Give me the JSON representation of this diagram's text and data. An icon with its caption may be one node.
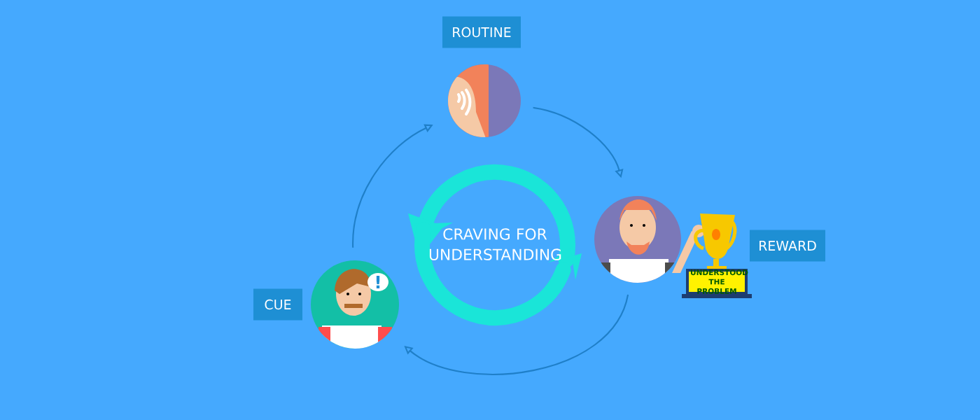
{
  "diagram": {
    "nodes": [
      {
        "text": [
          "ROUTINE"
        ]
      },
      {
        "text": [],
        "shape": "picture"
      },
      {
        "text": [
          "REWARD"
        ]
      },
      {
        "text": [],
        "shape": "picture"
      },
      {
        "text": [
          "CUE"
        ]
      },
      {
        "text": [],
        "shape": "picture"
      },
      {
        "text": [
          "CRAVING FOR UNDERSTANDING"
        ]
      }
    ],
    "edges": [
      {
        "from": 5,
        "to": 1,
        "arrow": "to"
      },
      {
        "from": 1,
        "to": 3,
        "arrow": "to"
      },
      {
        "from": 3,
        "to": 5,
        "arrow": "to"
      }
    ],
    "labels": [
      "UNDERSTOOD THE PROBLEM",
      "!"
    ]
  }
}
